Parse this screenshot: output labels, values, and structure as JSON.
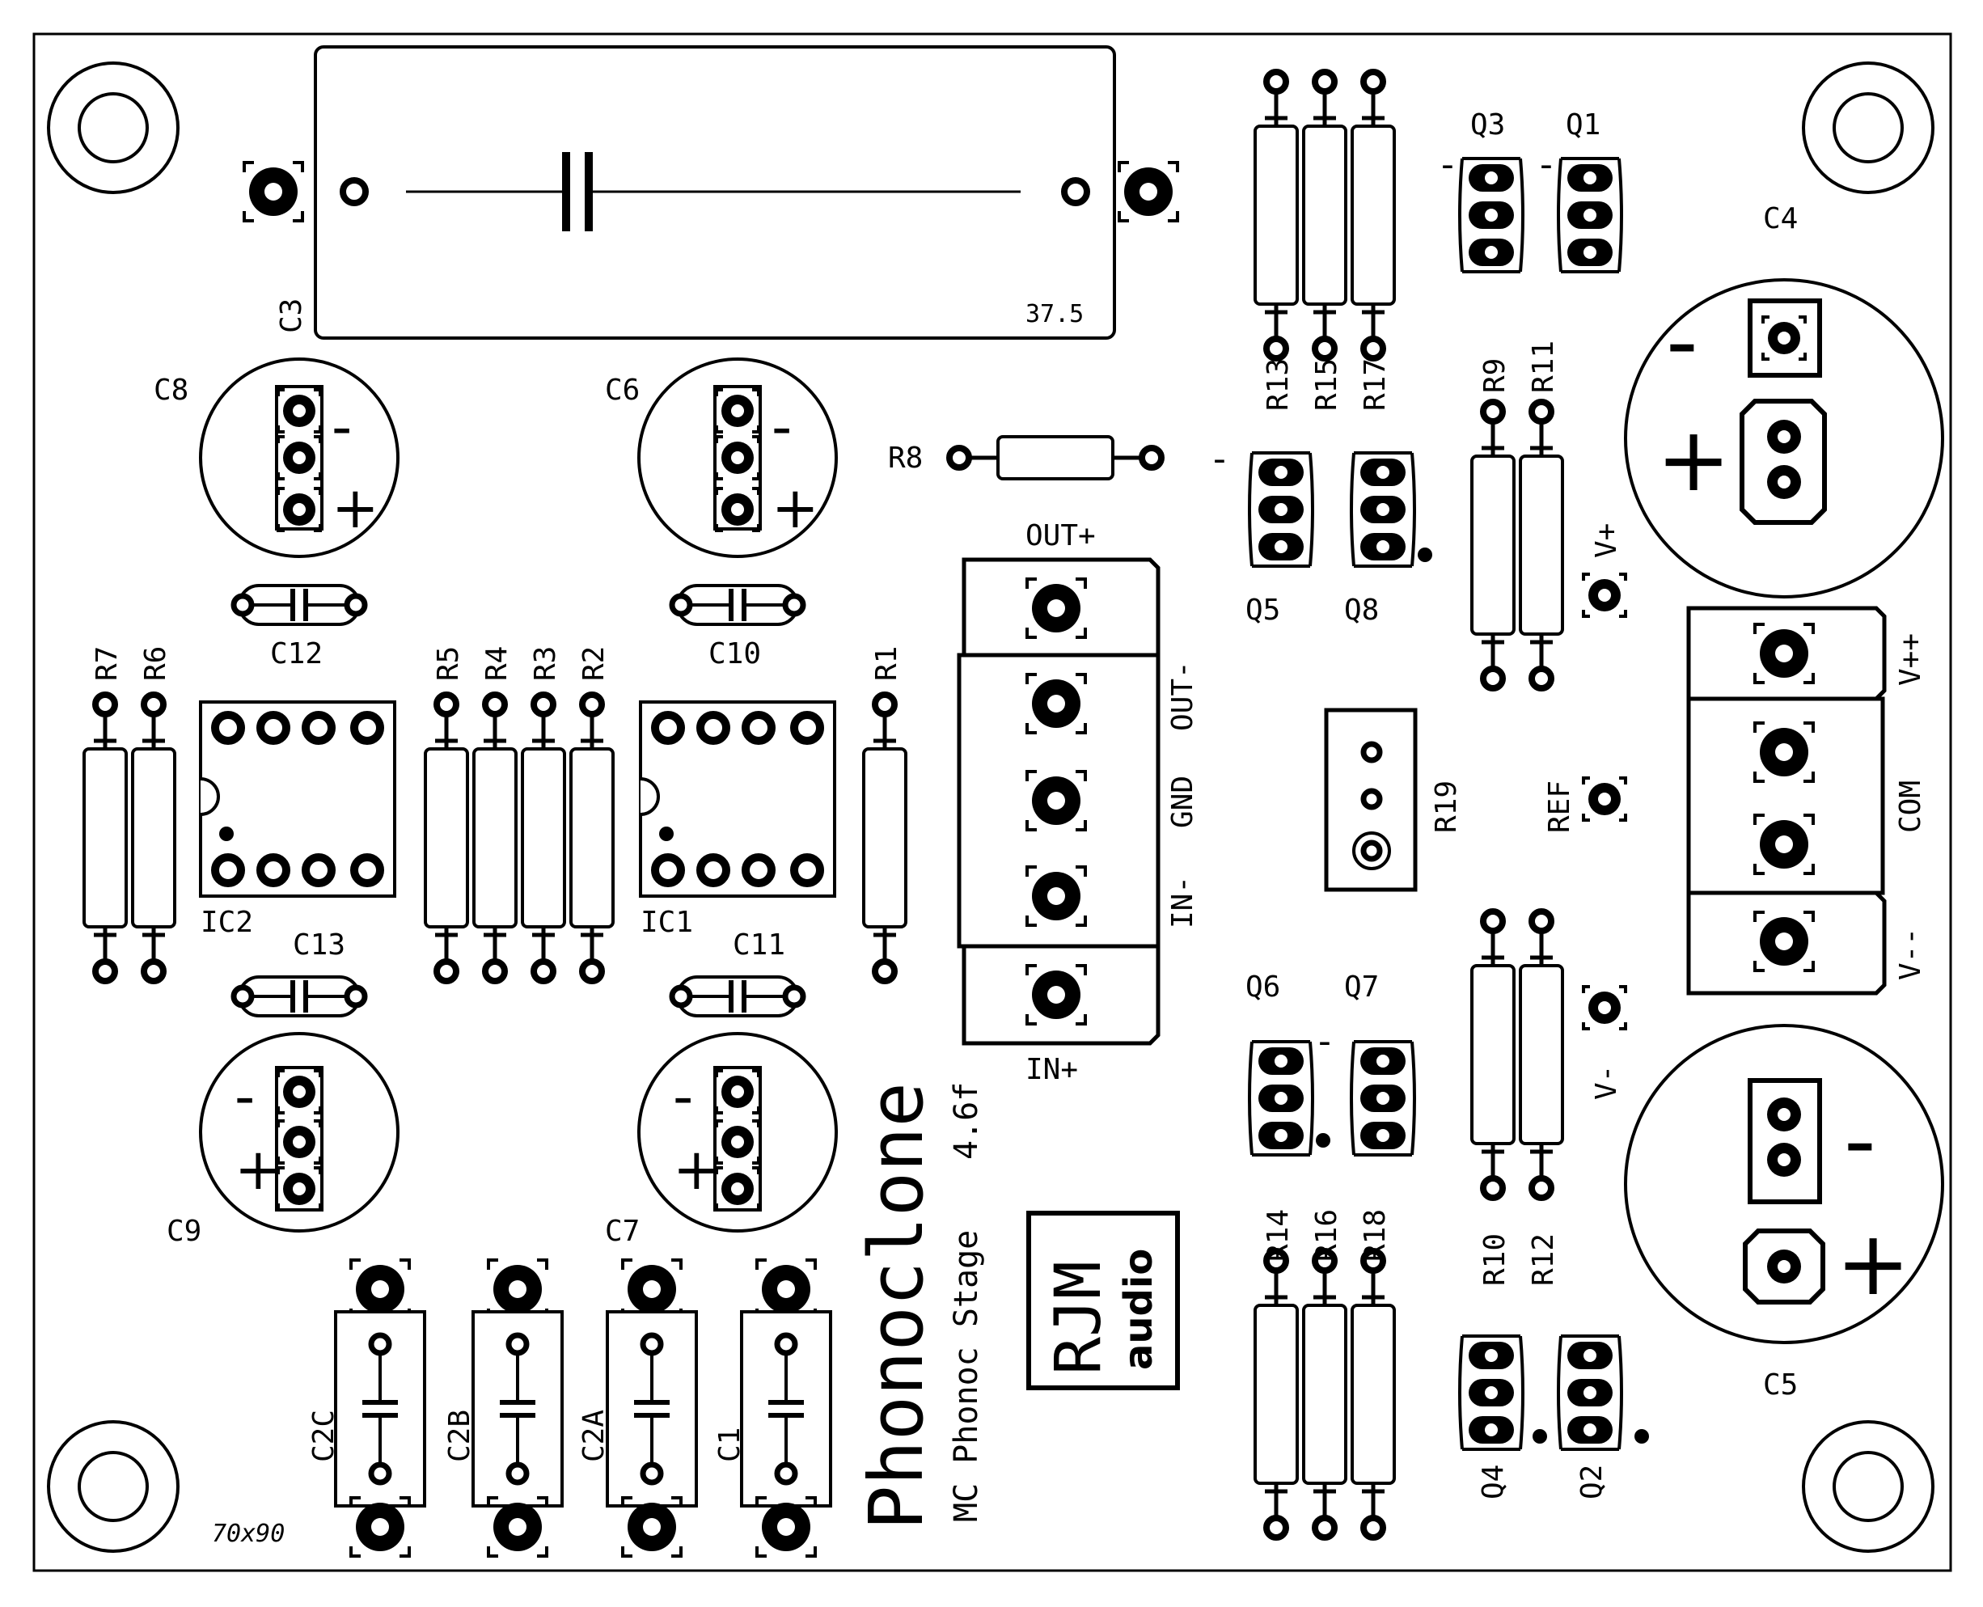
{
  "labels": {
    "c3": "C3",
    "c3_value": "37.5",
    "c8": "C8",
    "c6": "C6",
    "c4": "C4",
    "c5": "C5",
    "c9": "C9",
    "c7": "C7",
    "c12": "C12",
    "c10": "C10",
    "c13": "C13",
    "c11": "C11",
    "r7": "R7",
    "r6": "R6",
    "r5": "R5",
    "r4": "R4",
    "r3": "R3",
    "r2": "R2",
    "r1": "R1",
    "r8": "R8",
    "r9": "R9",
    "r11": "R11",
    "r13": "R13",
    "r15": "R15",
    "r17": "R17",
    "r10": "R10",
    "r12": "R12",
    "r14": "R14",
    "r16": "R16",
    "r18": "R18",
    "r19": "R19",
    "ic1": "IC1",
    "ic2": "IC2",
    "q1": "Q1",
    "q2": "Q2",
    "q3": "Q3",
    "q4": "Q4",
    "q5": "Q5",
    "q6": "Q6",
    "q7": "Q7",
    "q8": "Q8",
    "out_plus": "OUT+",
    "out_minus": "OUT-",
    "gnd": "GND",
    "in_minus": "IN-",
    "in_plus": "IN+",
    "v_plus": "V+",
    "v_minus": "V-",
    "ref": "REF",
    "v_plusplus": "V++",
    "com": "COM",
    "v_minusminus": "V--",
    "c2c": "C2C",
    "c2b": "C2B",
    "c2a": "C2A",
    "c1": "C1",
    "size": "70x90"
  },
  "polarity": {
    "plus": "+",
    "minus": "-"
  },
  "product": {
    "name": "Phonoclone",
    "subtitle": "MC Phonoc Stage",
    "version": "4.6f",
    "brand_line1": "RJM",
    "brand_line2": "audio"
  },
  "colors": {
    "ink": "#000000",
    "board": "#ffffff",
    "body_fill": "#ffffff"
  }
}
